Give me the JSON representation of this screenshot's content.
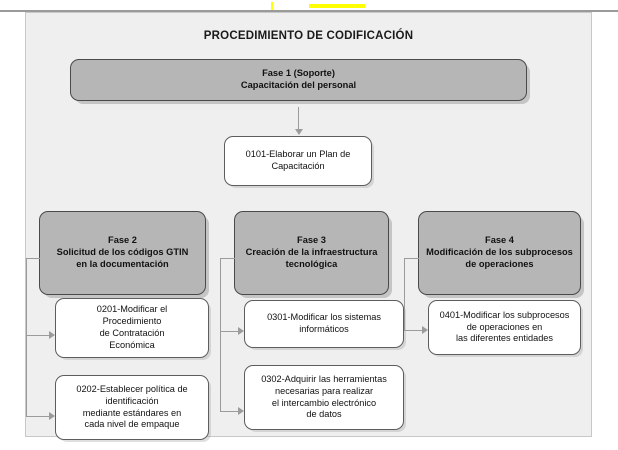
{
  "diagram": {
    "title": "PROCEDIMIENTO DE CODIFICACIÓN",
    "nodes": {
      "fase1": "Fase 1 (Soporte)\nCapacitación del personal",
      "task0101": "0101-Elaborar un Plan de\nCapacitación",
      "fase2": "Fase 2\nSolicitud de los códigos GTIN\nen la documentación",
      "task0201": "0201-Modificar el\nProcedimiento\nde Contratación\nEconómica",
      "task0202": "0202-Establecer política de\nidentificación\nmediante estándares en\ncada nivel de empaque",
      "fase3": "Fase 3\nCreación de la infraestructura\ntecnológica",
      "task0301": "0301-Modificar los sistemas\ninformáticos",
      "task0302": "0302-Adquirir las herramientas\nnecesarias para realizar\nel intercambio electrónico\nde datos",
      "fase4": "Fase 4\nModificación de los subprocesos\nde operaciones",
      "task0401": "0401-Modificar los subprocesos\nde operaciones en\nlas diferentes entidades"
    },
    "colors": {
      "phase_fill": "#b6b6b6",
      "task_fill": "#ffffff",
      "canvas": "#efeff0",
      "connector": "#9b9b9b",
      "border": "#4a4a4a",
      "highlight": "#ffff00"
    }
  }
}
